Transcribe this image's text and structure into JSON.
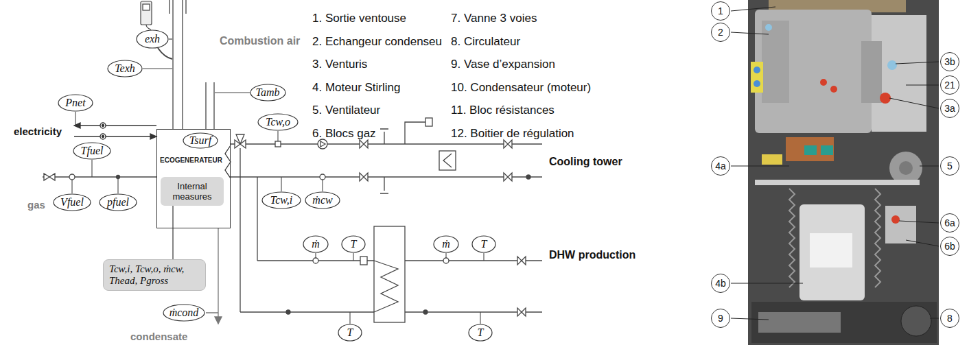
{
  "diagram": {
    "nodes": [
      {
        "text": [
          "exh"
        ]
      },
      {
        "text": [
          "Texh"
        ]
      },
      {
        "text": [
          "Tamb"
        ]
      },
      {
        "text": [
          "Pnet"
        ]
      },
      {
        "text": [
          "ECOGENERATEUR"
        ]
      },
      {
        "text": [
          "Tsurf"
        ],
        "in": 4
      },
      {
        "text": [
          "Internal measures"
        ],
        "in": 4
      },
      {
        "text": [
          "Tfuel"
        ]
      },
      {
        "text": [
          "Vfuel"
        ]
      },
      {
        "text": [
          "pfuel"
        ]
      },
      {
        "text": [
          "Tcw,i, Tcw,o, ṁcw, Thead, Pgross"
        ]
      },
      {
        "text": [
          "Tcw,o"
        ]
      },
      {
        "text": [
          "Tcw,i"
        ]
      },
      {
        "text": [
          "ṁcw"
        ]
      },
      {
        "text": [
          "ṁcond"
        ]
      },
      {
        "text": [
          "ṁ"
        ]
      },
      {
        "text": [
          "T"
        ]
      },
      {
        "text": [
          "ṁ"
        ]
      },
      {
        "text": [
          "T"
        ]
      },
      {
        "text": [
          "T"
        ]
      },
      {
        "text": [
          "T"
        ]
      },
      {
        "text": [
          "1"
        ]
      },
      {
        "text": [
          "2"
        ]
      },
      {
        "text": [
          "3b"
        ]
      },
      {
        "text": [
          "21"
        ]
      },
      {
        "text": [
          "3a"
        ]
      },
      {
        "text": [
          "4a"
        ]
      },
      {
        "text": [
          "5"
        ]
      },
      {
        "text": [
          "6a"
        ]
      },
      {
        "text": [
          "6b"
        ]
      },
      {
        "text": [
          "4b"
        ]
      },
      {
        "text": [
          "9"
        ]
      },
      {
        "text": [
          "8"
        ]
      }
    ],
    "edges": [
      {
        "from": 6,
        "to": 10,
        "arrow": "none"
      }
    ],
    "labels": [
      "Combustion air",
      "electricity",
      "gas",
      "condensate",
      "Cooling tower",
      "DHW production",
      "1. Sortie ventouse",
      "2. Echangeur condenseu",
      "3. Venturis",
      "4. Moteur Stirling",
      "5. Ventilateur",
      "6. Blocs gaz",
      "7. Vanne 3 voies",
      "8. Circulateur",
      "9. Vase d’expansion",
      "10. Condensateur (moteur)",
      "11. Bloc résistances",
      "12. Boitier de régulation"
    ]
  }
}
